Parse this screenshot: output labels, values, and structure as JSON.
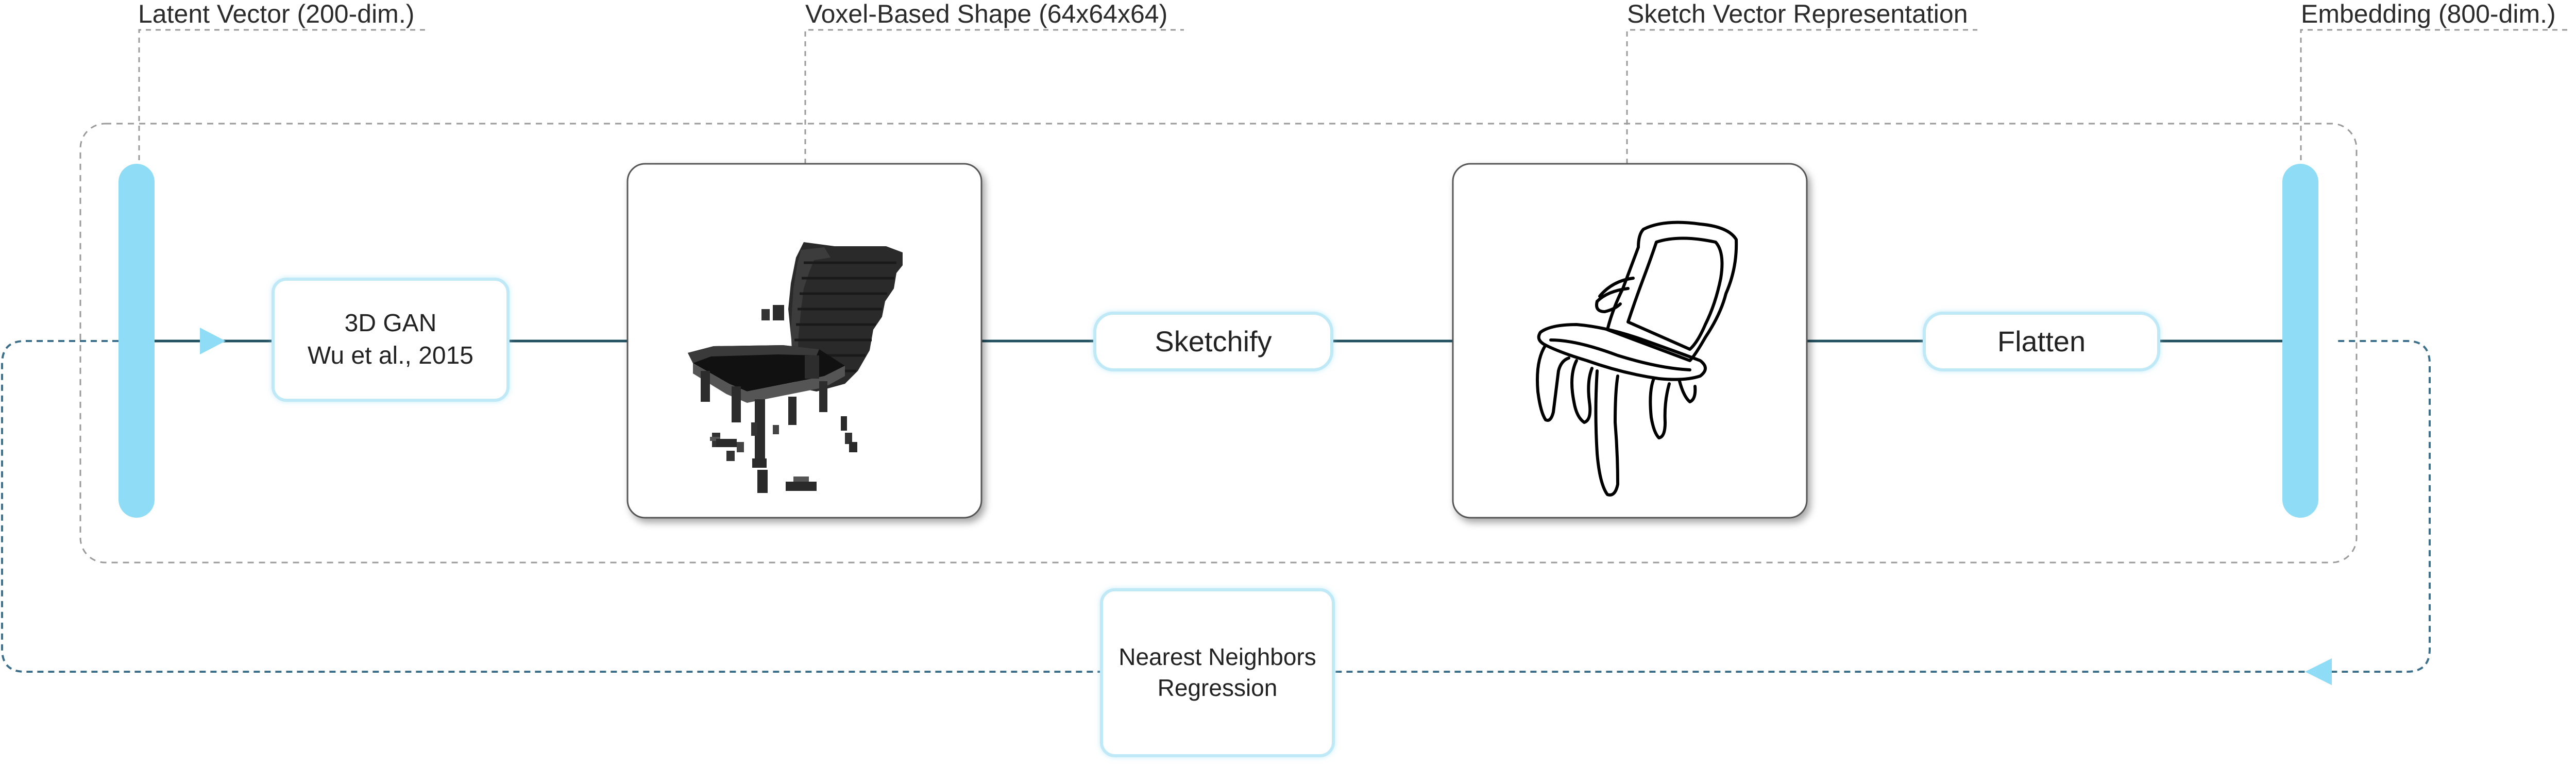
{
  "labels": {
    "latent_vector": "Latent Vector (200-dim.)",
    "voxel_shape": "Voxel-Based Shape (64x64x64)",
    "sketch_vector": "Sketch Vector Representation",
    "embedding": "Embedding (800-dim.)"
  },
  "boxes": {
    "gan_line1": "3D GAN",
    "gan_line2": "Wu et al., 2015",
    "sketchify": "Sketchify",
    "flatten": "Flatten",
    "nn_line1": "Nearest Neighbors",
    "nn_line2": "Regression"
  },
  "colors": {
    "accent_bar": "#8fdcf7",
    "box_border": "#bfe9f7",
    "main_line": "#1e4d5c",
    "feedback_line": "#3b6f8c",
    "dashed_gray": "#9a9a9a",
    "arrow": "#8fdcf7"
  },
  "icons": {
    "voxel_image": "voxel-chair-icon",
    "sketch_image": "sketch-chair-icon"
  }
}
